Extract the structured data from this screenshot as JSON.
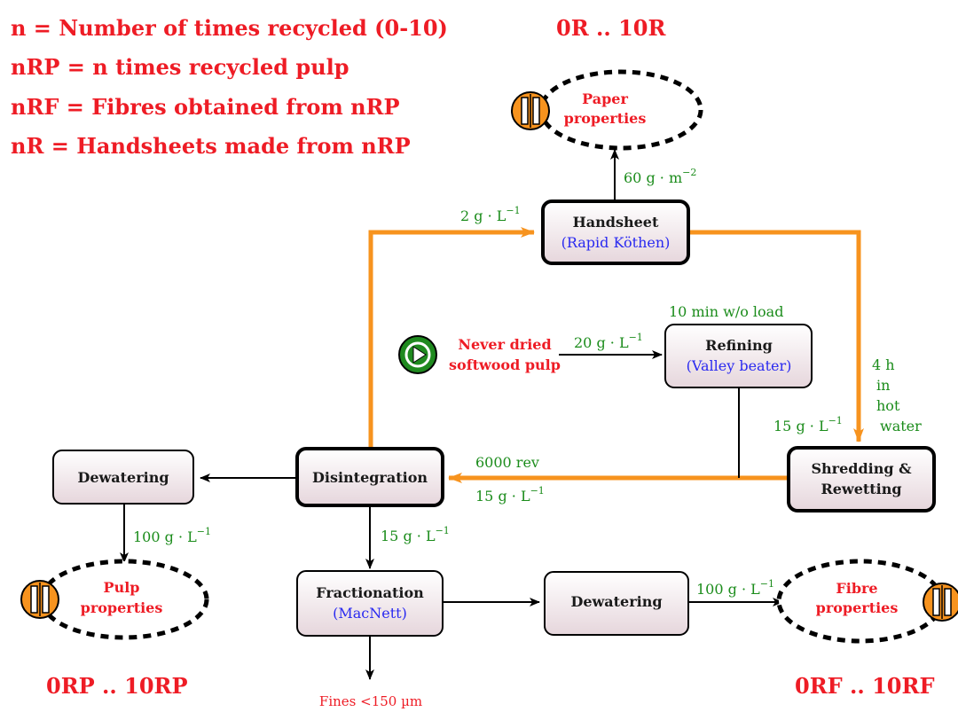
{
  "legend": {
    "line1": "n = Number of times recycled (0-10)",
    "line2": "nRP = n times recycled pulp",
    "line3": "nRF = Fibres obtained from nRP",
    "line4": "nR = Handsheets made from nRP"
  },
  "ranges": {
    "handsheets": "0R .. 10R",
    "pulp": "0RP .. 10RP",
    "fibres": "0RF .. 10RF"
  },
  "boxes": {
    "handsheet": {
      "title": "Handsheet",
      "subtitle": "(Rapid Köthen)"
    },
    "refining": {
      "title": "Refining",
      "subtitle": "(Valley beater)"
    },
    "shredding": {
      "line1": "Shredding &",
      "line2": "Rewetting"
    },
    "disintegration": {
      "title": "Disintegration"
    },
    "dewatering_left": {
      "title": "Dewatering"
    },
    "fractionation": {
      "title": "Fractionation",
      "subtitle": "(MacNett)"
    },
    "dewatering_right": {
      "title": "Dewatering"
    }
  },
  "ovals": {
    "paper": {
      "line1": "Paper",
      "line2": "properties"
    },
    "pulp": {
      "line1": "Pulp",
      "line2": "properties"
    },
    "fibre": {
      "line1": "Fibre",
      "line2": "properties"
    }
  },
  "start": {
    "line1": "Never dried",
    "line2": "softwood pulp"
  },
  "labels": {
    "handsheet_input": "2 g · L",
    "handsheet_input_exp": "−1",
    "paper_grammage": "60 g · m",
    "paper_grammage_exp": "−2",
    "refining_time": "10 min w/o load",
    "refining_input": "20 g · L",
    "refining_input_exp": "−1",
    "soak_1": "4 h",
    "soak_2": "in",
    "soak_3": "hot",
    "soak_4": "water",
    "shredding_input": "15 g · L",
    "shredding_input_exp": "−1",
    "disintegration_rev": "6000 rev",
    "disintegration_input": "15 g · L",
    "disintegration_input_exp": "−1",
    "pulp_dewater": "100 g · L",
    "pulp_dewater_exp": "−1",
    "fraction_input": "15 g · L",
    "fraction_input_exp": "−1",
    "fibre_dewater": "100 g · L",
    "fibre_dewater_exp": "−1",
    "fines": "Fines <150 µm"
  },
  "colors": {
    "orange": "#f7931e",
    "red": "#ee1c25",
    "green": "#1b8c1b",
    "blue": "#2a2af0",
    "start_icon": "#1f8a1f"
  },
  "icons": {
    "start": "play-icon",
    "test": "test-tube-icon"
  }
}
